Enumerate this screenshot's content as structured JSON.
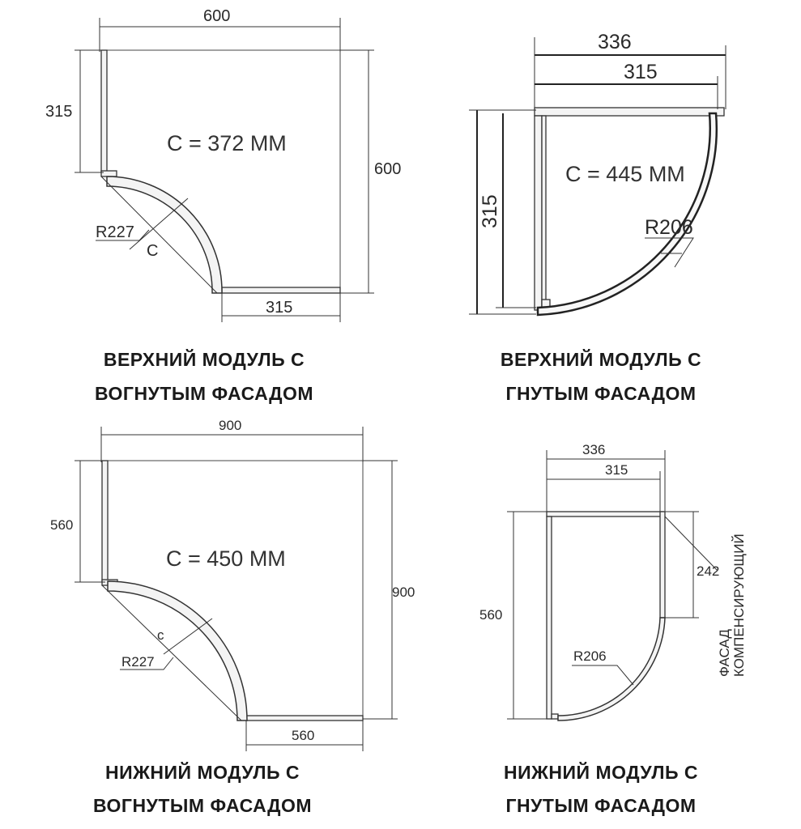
{
  "modules": [
    {
      "id": "top-concave",
      "caption": [
        "ВЕРХНИЙ МОДУЛЬ С",
        "ВОГНУТЫМ ФАСАДОМ"
      ],
      "dims": {
        "width": "600",
        "height": "600",
        "side": "315",
        "bottom": "315",
        "radius": "R227",
        "chord": "C"
      },
      "area_label": "С = 372 ММ"
    },
    {
      "id": "top-bent",
      "caption": [
        "ВЕРХНИЙ МОДУЛЬ С",
        "ГНУТЫМ ФАСАДОМ"
      ],
      "dims": {
        "outer": "336",
        "inner": "315",
        "height": "315",
        "radius": "R206"
      },
      "area_label": "С = 445 ММ"
    },
    {
      "id": "bottom-concave",
      "caption": [
        "НИЖНИЙ МОДУЛЬ С",
        "ВОГНУТЫМ ФАСАДОМ"
      ],
      "dims": {
        "width": "900",
        "height": "900",
        "side": "560",
        "bottom": "560",
        "radius": "R227",
        "chord": "с"
      },
      "area_label": "С = 450 ММ"
    },
    {
      "id": "bottom-bent",
      "caption": [
        "НИЖНИЙ МОДУЛЬ С",
        "ГНУТЫМ ФАСАДОМ"
      ],
      "dims": {
        "outer": "336",
        "inner": "315",
        "height": "560",
        "comp_height": "242",
        "radius": "R206",
        "comp_label": [
          "ФАСАД",
          "КОМПЕНСИРУЮЩИЙ"
        ]
      }
    }
  ]
}
